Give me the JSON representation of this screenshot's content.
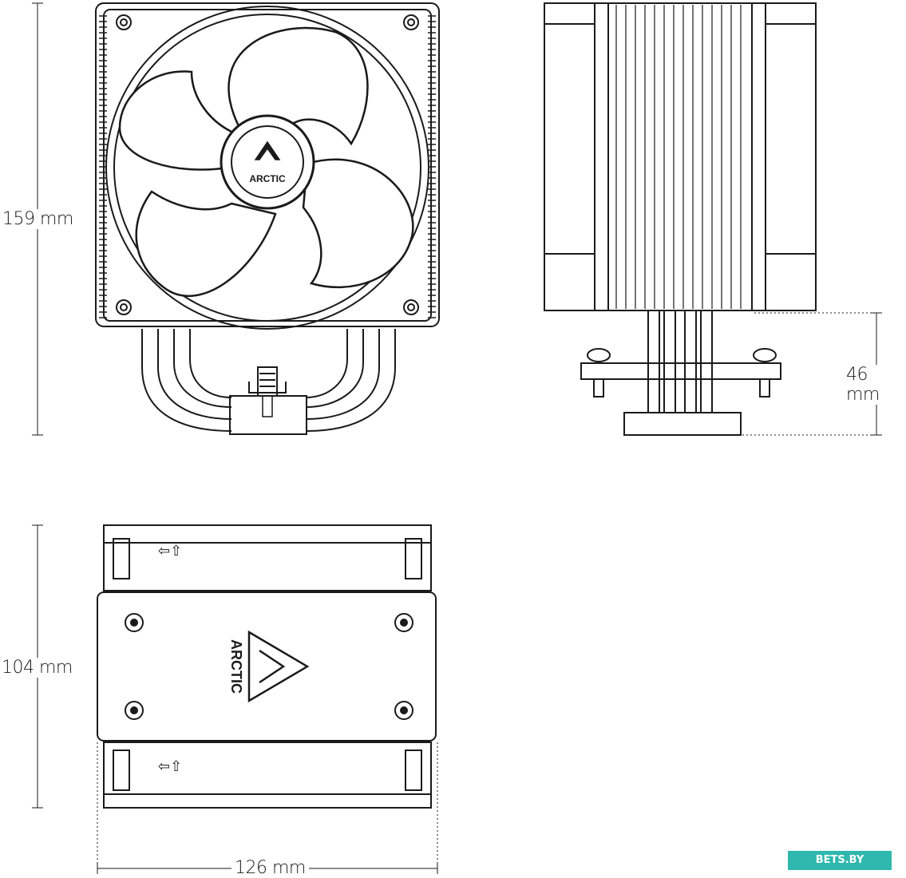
{
  "dimensions": {
    "height": "159 mm",
    "base_height": "46 mm",
    "depth": "104 mm",
    "width": "126 mm"
  },
  "brand": {
    "fan_hub_logo": "ARCTIC",
    "base_plate_logo": "ARCTIC"
  },
  "airflow_marks": [
    "⇦⇧",
    "⇦⇧"
  ],
  "watermark": "BETS.BY",
  "colors": {
    "line": "#1a1a1a",
    "background": "#ffffff",
    "watermark_bg": "#2fb8ad"
  }
}
